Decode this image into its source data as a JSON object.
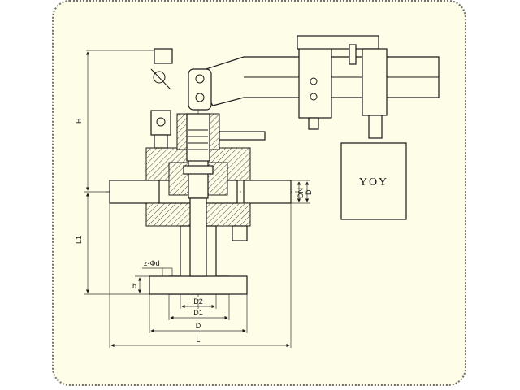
{
  "logo": {
    "text": "YOY"
  },
  "dimensions": {
    "H": "H",
    "L1": "L1",
    "L": "L",
    "D": "D",
    "D1": "D1",
    "D2": "D2",
    "b": "b",
    "zd": "z-Φd",
    "DN": "DN",
    "D_small": "D'"
  }
}
